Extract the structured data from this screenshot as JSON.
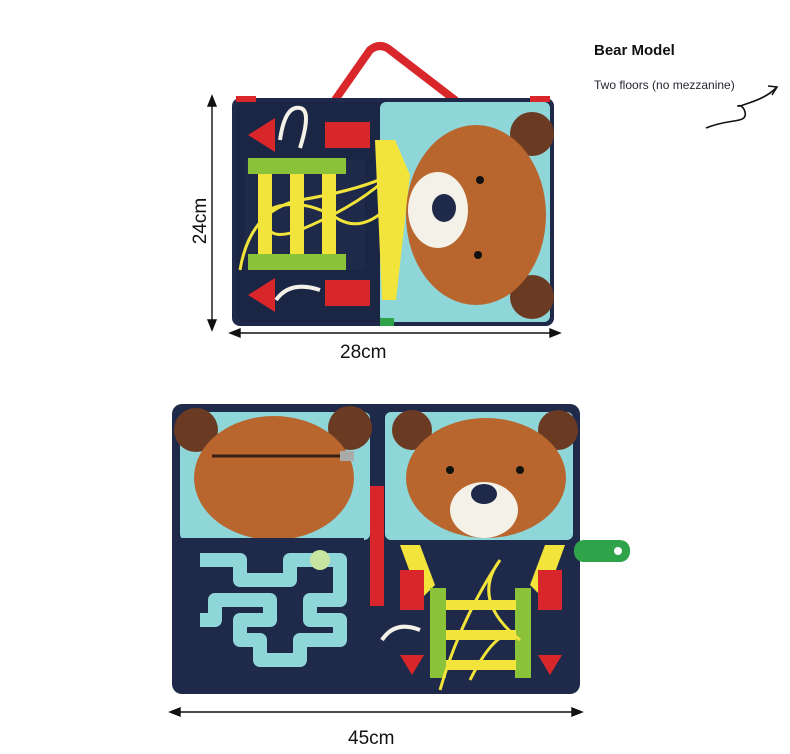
{
  "header": {
    "title": "Bear Model",
    "subtitle": "Two floors (no mezzanine)"
  },
  "dimensions": {
    "height_top": "24cm",
    "width_top": "28cm",
    "width_bottom": "45cm"
  },
  "colors": {
    "navy": "#1f2a4a",
    "bear_brown": "#b8662e",
    "bear_dark": "#6b3a22",
    "light_blue": "#8fd6d9",
    "red": "#d8262b",
    "yellow": "#f2e43a",
    "green": "#8ac33a",
    "cream": "#f4f1e8"
  },
  "icons": {
    "arrow": "curved-arrow-icon"
  }
}
